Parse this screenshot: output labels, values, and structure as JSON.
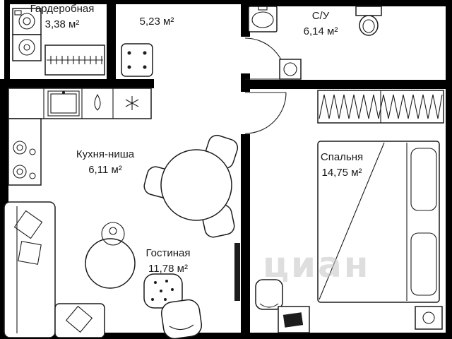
{
  "plan": {
    "rooms": {
      "wardrobe": {
        "name": "Гардеробная",
        "area": "3,38 м²"
      },
      "hallway": {
        "area": "5,23 м²"
      },
      "bathroom": {
        "name": "С/У",
        "area": "6,14 м²"
      },
      "kitchen": {
        "name": "Кухня-ниша",
        "area": "6,11 м²"
      },
      "living": {
        "name": "Гостиная",
        "area": "11,78 м²"
      },
      "bedroom": {
        "name": "Спальня",
        "area": "14,75 м²"
      }
    }
  },
  "watermark": {
    "text": "циан"
  },
  "colors": {
    "wall": "#000000",
    "line": "#1c1c1c",
    "text": "#1a1a1a",
    "watermark": "#c9c9c9"
  }
}
